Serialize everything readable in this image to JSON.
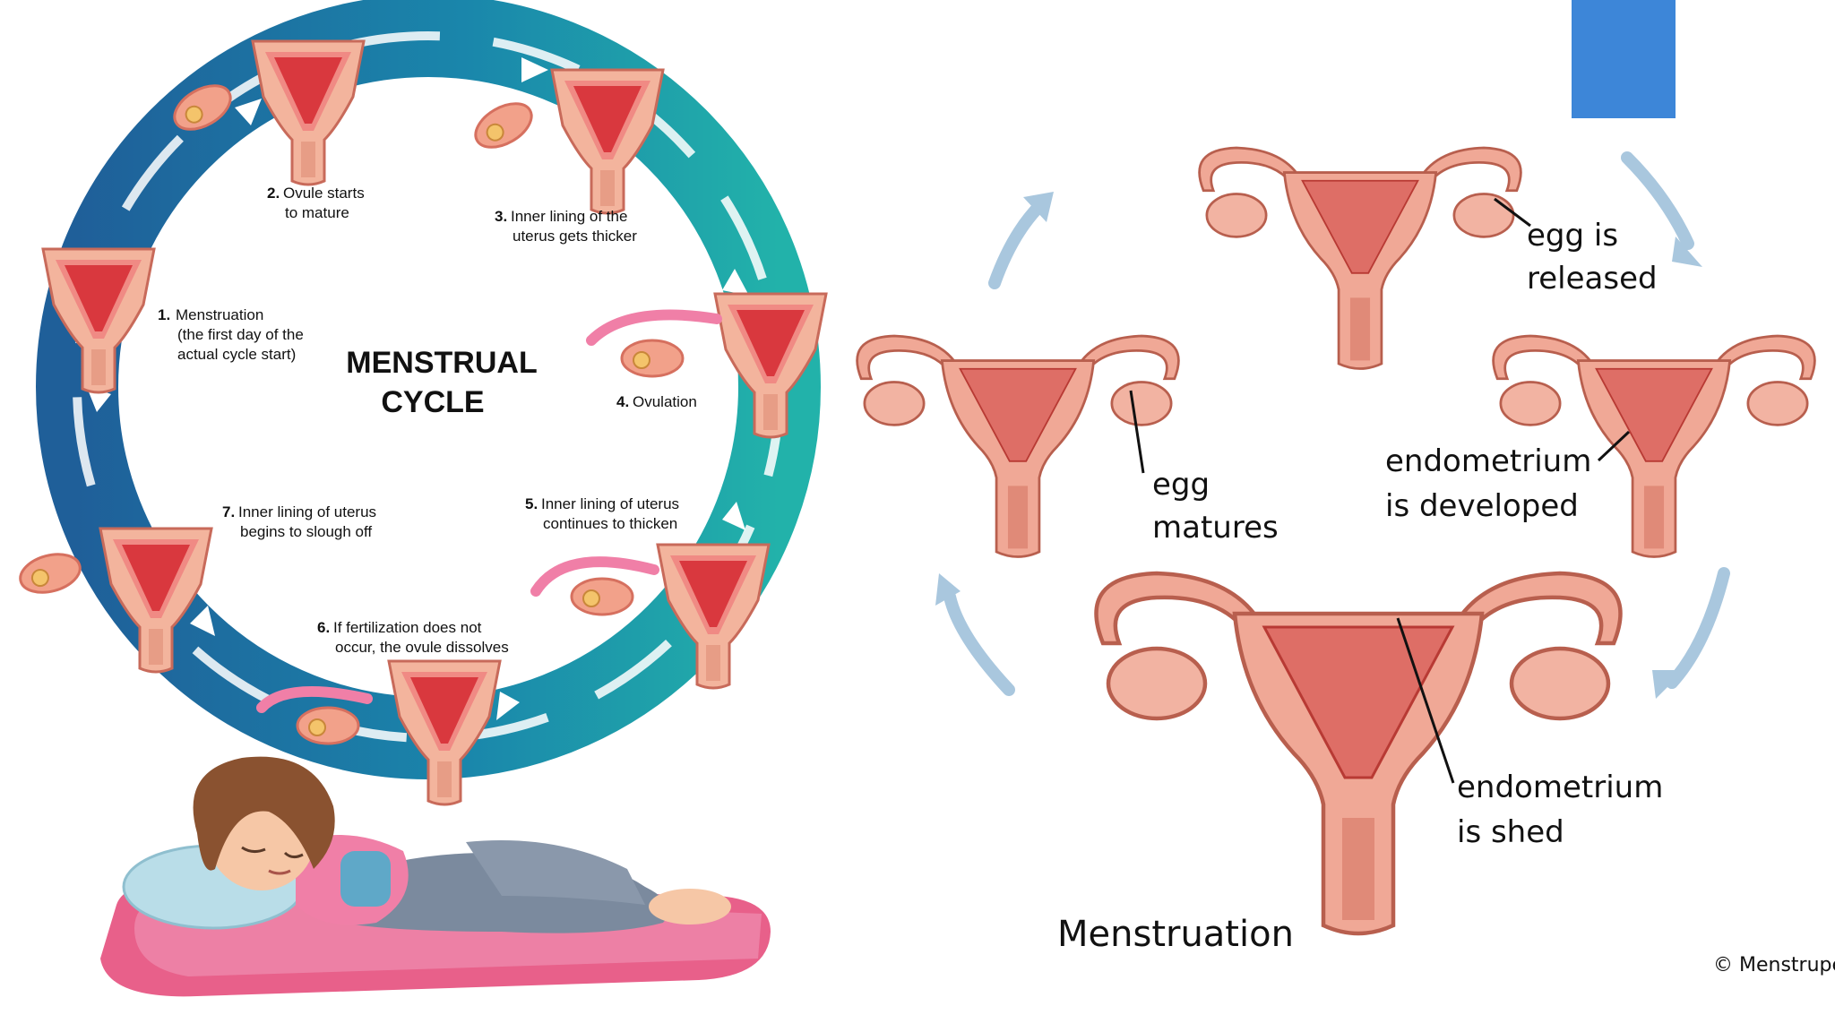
{
  "colors": {
    "ring_dark": "#1f5f99",
    "ring_teal": "#1fa9a7",
    "uterus_fill": "#f3b49d",
    "uterus_inner": "#d9383e",
    "uterus_outline": "#c86a5a",
    "ovary": "#f2a18a",
    "right_arrow": "#a9c7de",
    "blue_tab": "#3d86d8",
    "mat": "#e8608a",
    "pillow": "#b9dde8"
  },
  "left_diagram": {
    "title_line1": "MENSTRUAL",
    "title_line2": "CYCLE",
    "steps": [
      {
        "num": "1.",
        "line1": "Menstruation",
        "line2": "(the first day of the",
        "line3": "actual cycle start)"
      },
      {
        "num": "2.",
        "line1": "Ovule starts",
        "line2": "to mature"
      },
      {
        "num": "3.",
        "line1": "Inner lining of the",
        "line2": "uterus gets thicker"
      },
      {
        "num": "4.",
        "line1": "Ovulation"
      },
      {
        "num": "5.",
        "line1": "Inner lining of uterus",
        "line2": "continues to thicken"
      },
      {
        "num": "6.",
        "line1": "If fertilization does not",
        "line2": "occur, the ovule dissolves"
      },
      {
        "num": "7.",
        "line1": "Inner lining of uterus",
        "line2": "begins to slough off"
      }
    ]
  },
  "right_diagram": {
    "labels": {
      "egg_released_1": "egg is",
      "egg_released_2": "released",
      "egg_matures_1": "egg",
      "egg_matures_2": "matures",
      "endometrium_developed_1": "endometrium",
      "endometrium_developed_2": "is developed",
      "endometrium_shed_1": "endometrium",
      "endometrium_shed_2": "is shed",
      "menstruation": "Menstruation"
    },
    "copyright": "© Menstrupe"
  },
  "icons": [
    "uterus-icon",
    "ovary-icon",
    "cycle-arrow-icon",
    "sleeping-woman-icon",
    "hot-water-bottle-icon"
  ]
}
